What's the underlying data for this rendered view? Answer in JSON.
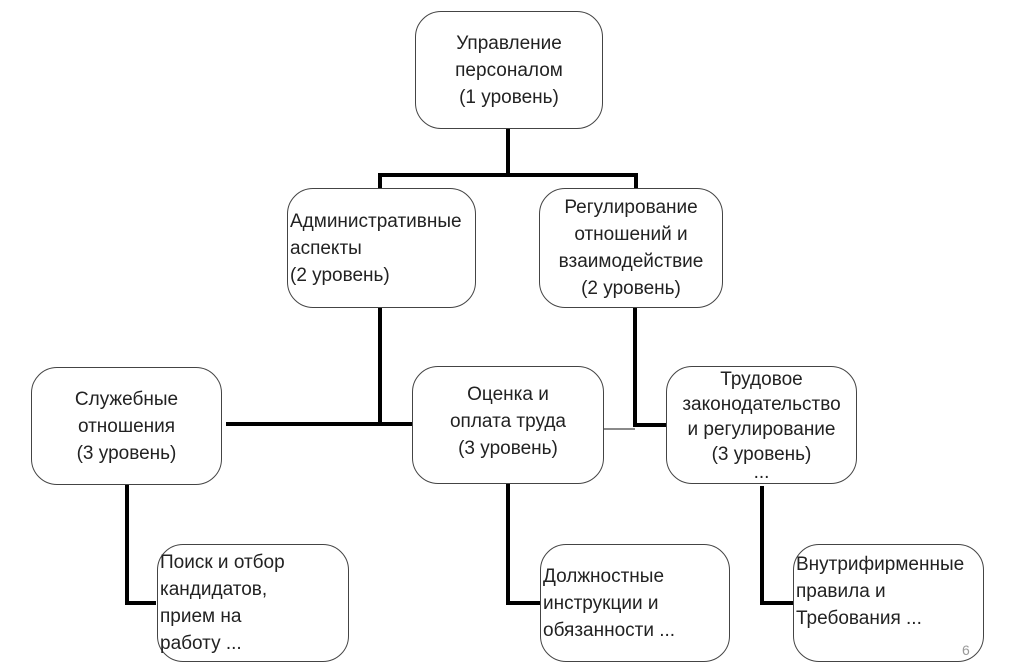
{
  "diagram": {
    "type": "org-hierarchy",
    "nodes": {
      "root": {
        "lines": [
          "Управление",
          "персоналом",
          "(1 уровень)"
        ]
      },
      "admin": {
        "lines": [
          "Административные",
          "аспекты",
          "(2 уровень)"
        ]
      },
      "regulation": {
        "lines": [
          "Регулирование",
          "отношений и",
          "взаимодействие",
          "(2 уровень)"
        ]
      },
      "service": {
        "lines": [
          "Служебные",
          "отношения",
          "(3 уровень)"
        ]
      },
      "assessment": {
        "lines": [
          "Оценка и",
          "оплата труда",
          "(3 уровень)"
        ]
      },
      "labor_law": {
        "lines": [
          "Трудовое",
          "законодательство",
          "и регулирование",
          "(3 уровень)",
          "..."
        ]
      },
      "recruitment": {
        "lines": [
          "Поиск и отбор",
          "кандидатов,",
          "прием на",
          "работу ..."
        ]
      },
      "job_descriptions": {
        "lines": [
          "Должностные",
          "инструкции и",
          "обязанности ..."
        ]
      },
      "internal_rules": {
        "lines": [
          "Внутрифирменные",
          "правила и",
          "Требования ..."
        ]
      }
    },
    "edges": [
      [
        "root",
        "admin"
      ],
      [
        "root",
        "regulation"
      ],
      [
        "admin",
        "service"
      ],
      [
        "admin",
        "assessment"
      ],
      [
        "regulation",
        "labor_law"
      ],
      [
        "service",
        "recruitment"
      ],
      [
        "assessment",
        "job_descriptions"
      ],
      [
        "labor_law",
        "internal_rules"
      ]
    ],
    "page_number": "6"
  }
}
